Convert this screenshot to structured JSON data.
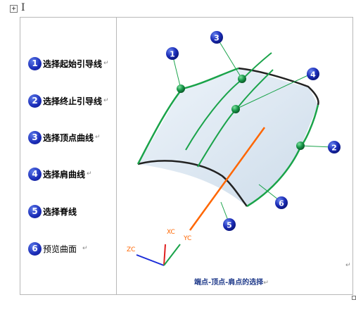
{
  "steps": [
    {
      "num": "1",
      "label": "选择起始引导线"
    },
    {
      "num": "2",
      "label": "选择终止引导线"
    },
    {
      "num": "3",
      "label": "选择顶点曲线"
    },
    {
      "num": "4",
      "label": "选择肩曲线"
    },
    {
      "num": "5",
      "label": "选择脊线"
    },
    {
      "num": "6",
      "label": "预览曲面"
    }
  ],
  "paragraph_mark": "↵",
  "figure": {
    "callouts": [
      "1",
      "2",
      "3",
      "4",
      "5",
      "6"
    ],
    "axes": {
      "xc": "XC",
      "yc": "YC",
      "zc": "ZC"
    },
    "caption": "端点-顶点-肩点的选择"
  },
  "colors": {
    "surface": "#dde8f2",
    "guide_curve": "#1aa34a",
    "surface_edge": "#222222",
    "spine": "#ff6600",
    "badge": "#1b2db8",
    "caption": "#1f3a8a"
  },
  "icons": {
    "move_handle": "crosshair-box-icon",
    "text_cursor": "i-beam-icon",
    "step_badge": "numbered-circle-icon"
  },
  "move_glyph": "+",
  "cursor_glyph": "I"
}
